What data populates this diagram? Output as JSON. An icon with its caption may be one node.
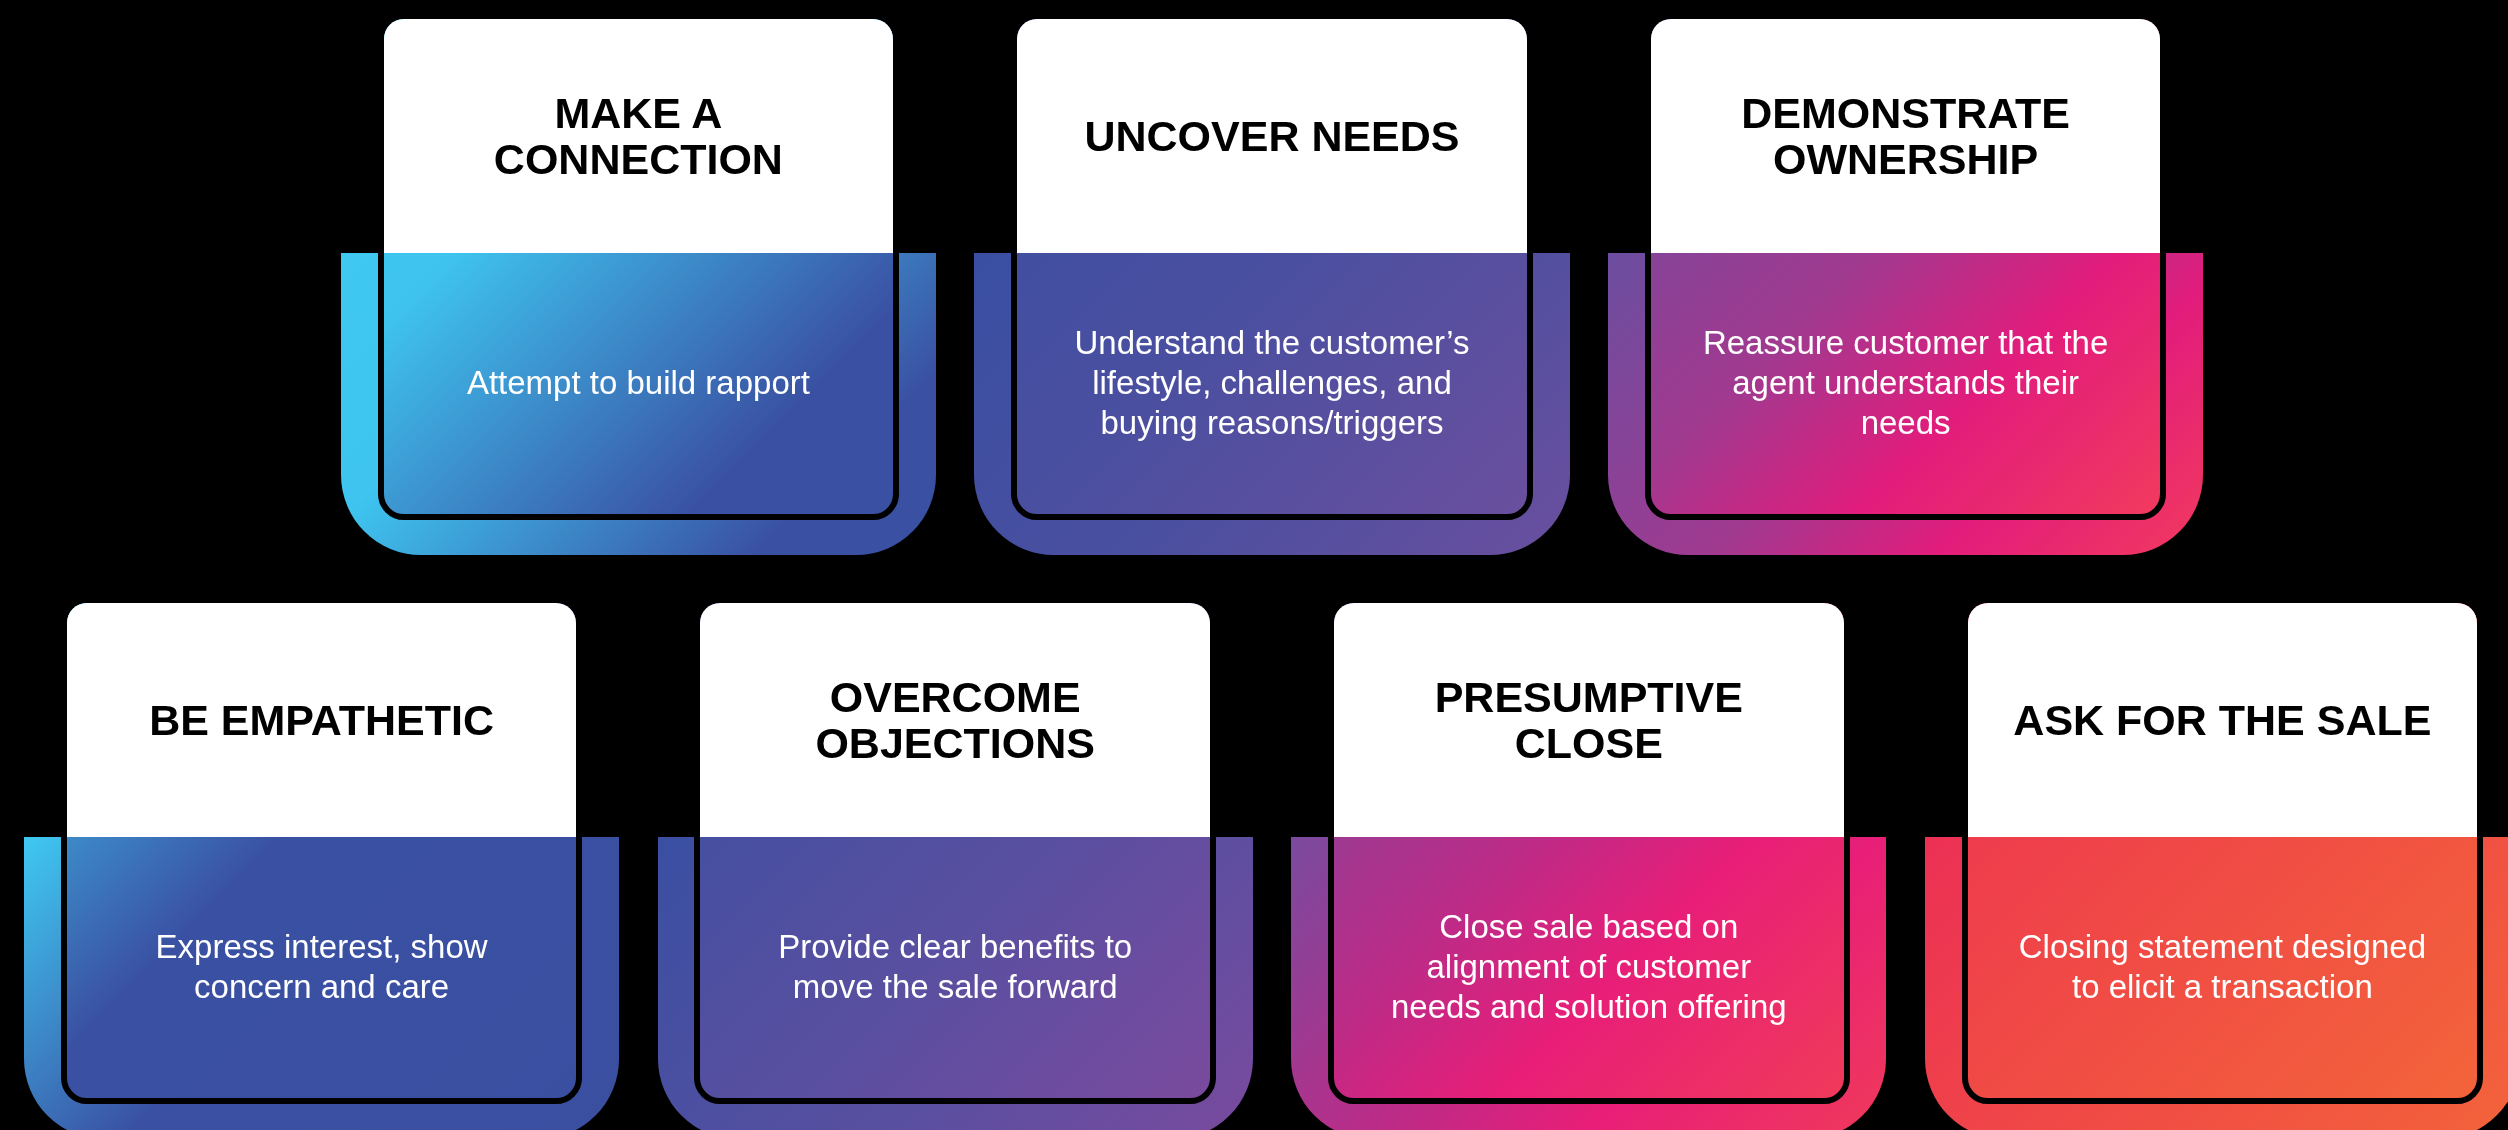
{
  "diagram": {
    "nodes": [
      {
        "text": [
          "MAKE A CONNECTION",
          "Attempt to build rapport"
        ]
      },
      {
        "text": [
          "UNCOVER NEEDS",
          "Understand the customer’s lifestyle, challenges, and buying reasons/triggers"
        ]
      },
      {
        "text": [
          "DEMONSTRATE OWNERSHIP",
          "Reassure customer that the agent understands their needs"
        ]
      },
      {
        "text": [
          "BE EMPATHETIC",
          "Express interest, show concern and care"
        ]
      },
      {
        "text": [
          "OVERCOME OBJECTIONS",
          "Provide clear benefits to move the sale forward"
        ]
      },
      {
        "text": [
          "PRESUMPTIVE CLOSE",
          "Close sale based on alignment of customer needs and solution offering"
        ]
      },
      {
        "text": [
          "ASK FOR THE SALE",
          "Closing statement designed to elicit a transaction"
        ]
      }
    ]
  }
}
